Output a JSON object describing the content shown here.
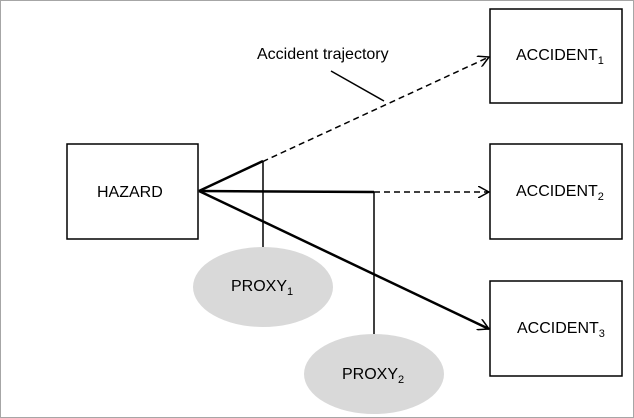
{
  "diagram": {
    "hazard": {
      "label": "HAZARD"
    },
    "accidents": [
      {
        "base": "ACCIDENT",
        "sub": "1"
      },
      {
        "base": "ACCIDENT",
        "sub": "2"
      },
      {
        "base": "ACCIDENT",
        "sub": "3"
      }
    ],
    "proxies": [
      {
        "base": "PROXY",
        "sub": "1"
      },
      {
        "base": "PROXY",
        "sub": "2"
      }
    ],
    "trajectory_label": "Accident trajectory",
    "colors": {
      "stroke": "#000000",
      "proxy_fill": "#d9d9d9",
      "border": "#a6a6a6",
      "background": "#ffffff"
    }
  }
}
